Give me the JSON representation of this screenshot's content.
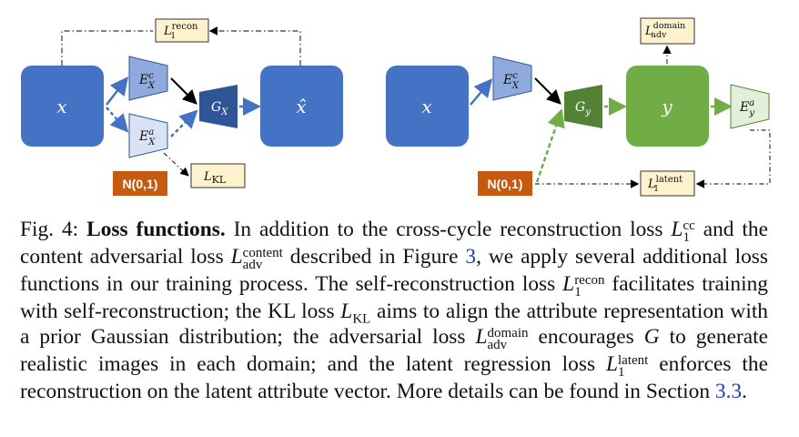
{
  "diagram": {
    "left": {
      "input": "x",
      "content_encoder": {
        "base": "E",
        "sup": "c",
        "sub": "X"
      },
      "attribute_encoder": {
        "base": "E",
        "sup": "a",
        "sub": "X"
      },
      "generator": {
        "base": "G",
        "sub": "X"
      },
      "output": "x̂",
      "noise": "N(0,1)",
      "loss_recon": {
        "base": "L",
        "sup": "recon",
        "sub": "1"
      },
      "loss_kl": {
        "base": "L",
        "sub": "KL"
      }
    },
    "right": {
      "input": "x",
      "content_encoder": {
        "base": "E",
        "sup": "c",
        "sub": "X"
      },
      "generator": {
        "base": "G",
        "sub": "y"
      },
      "output": "y",
      "attribute_encoder_y": {
        "base": "E",
        "sup": "a",
        "sub": "y"
      },
      "noise": "N(0,1)",
      "loss_domain": {
        "base": "L",
        "sup": "domain",
        "sub": "adv"
      },
      "loss_latent": {
        "base": "L",
        "sup": "latent",
        "sub": "1"
      }
    },
    "colors": {
      "blue_box": "#4472c4",
      "blue_trap": "#8faadc",
      "dark_blue": "#2f5597",
      "green_box": "#70ad47",
      "dark_green": "#548235",
      "light_green": "#e2f0d9",
      "orange": "#c55a11",
      "loss_fill": "#fff2cc"
    }
  },
  "caption": {
    "prefix": "Fig. 4:",
    "title": "Loss functions.",
    "t1": "In addition to the cross-cycle reconstruction loss",
    "l_cc": {
      "base": "L",
      "sup": "cc",
      "sub": "1"
    },
    "t2": "and the content adversarial loss",
    "l_content": {
      "base": "L",
      "sup": "content",
      "sub": "adv"
    },
    "t3": "described in Figure",
    "fig_ref": "3",
    "t4": ", we apply several additional loss functions in our training process. The self-reconstruction loss",
    "l_recon": {
      "base": "L",
      "sup": "recon",
      "sub": "1"
    },
    "t5": "facilitates training with self-reconstruction; the KL loss",
    "l_kl": {
      "base": "L",
      "sub": "KL"
    },
    "t6": "aims to align the attribute representation with a prior Gaussian distribution; the adversarial loss",
    "l_domain": {
      "base": "L",
      "sup": "domain",
      "sub": "adv"
    },
    "t7": "encourages",
    "g": "G",
    "t8": "to generate realistic images in each domain; and the latent regression loss",
    "l_latent": {
      "base": "L",
      "sup": "latent",
      "sub": "1"
    },
    "t9": "enforces the reconstruction on the latent attribute vector. More details can be found in Section",
    "sec_ref": "3.3",
    "t10": "."
  }
}
